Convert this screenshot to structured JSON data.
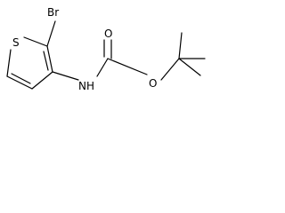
{
  "molecule": {
    "atoms": {
      "bromine": "Br",
      "sulfur": "S",
      "nitrogen_hydrogen": "NH",
      "carbonyl_oxygen": "O",
      "ester_oxygen": "O"
    }
  },
  "colors": {
    "bond": "#000000",
    "label": "#000000",
    "background": "#ffffff"
  }
}
